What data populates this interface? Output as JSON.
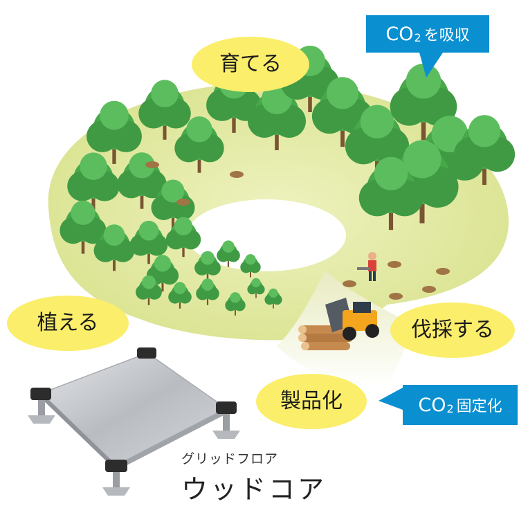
{
  "cycle": {
    "plant": "植える",
    "grow": "育てる",
    "harvest": "伐採する",
    "manufacture": "製品化"
  },
  "labels": {
    "absorb": {
      "prefix": "CO",
      "sub": "2",
      "suffix": "を吸収"
    },
    "fix": {
      "prefix": "CO",
      "sub": "2",
      "suffix": "固定化"
    }
  },
  "product": {
    "subtitle": "グリッドフロア",
    "name": "ウッドコア"
  },
  "colors": {
    "bubble": "#fbee6b",
    "co2_box": "#0a8fd1",
    "meadow": "#dfe69a",
    "tree": "#4caf50"
  }
}
